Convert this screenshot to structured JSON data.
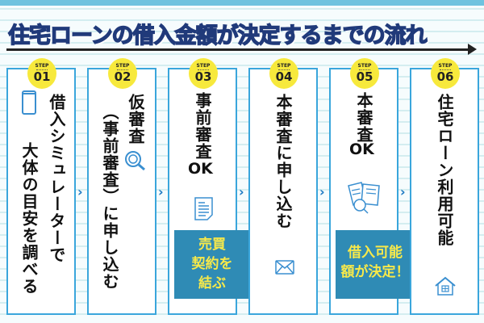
{
  "title": "住宅ローンの借入金額が決定するまでの流れ",
  "step_label": "STEP",
  "steps": [
    {
      "num": "01",
      "col1": "借入シミュレーターで",
      "col2": "大体の目安を調べる",
      "icon": "smartphone-icon"
    },
    {
      "num": "02",
      "col1": "仮審査",
      "col2": "（事前審査）に申し込む",
      "icon": "search-icon"
    },
    {
      "num": "03",
      "col1": "事前審査",
      "ok": "OK",
      "icon": "document-icon"
    },
    {
      "num": "04",
      "col1": "本審査に申し込む",
      "icon": "envelope-icon"
    },
    {
      "num": "05",
      "col1": "本審査",
      "ok": "OK",
      "icon": "documents-search-icon"
    },
    {
      "num": "06",
      "col1": "住宅ローン利用可能",
      "icon": "house-icon"
    }
  ],
  "callouts": [
    {
      "lines": [
        "売買",
        "契約を",
        "結ぶ"
      ]
    },
    {
      "lines": [
        "借入可能",
        "額が決定！"
      ]
    }
  ],
  "chevron": "›",
  "colors": {
    "accent": "#3aa6dc",
    "callout": "#2f8bb5",
    "callout_text": "#f7e94a",
    "badge": "#f7e93c"
  }
}
